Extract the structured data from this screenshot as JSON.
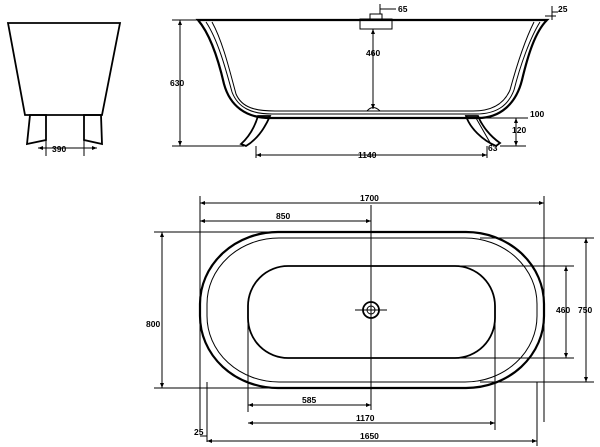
{
  "diagram": {
    "side_view": {
      "base_width": "390"
    },
    "front_view": {
      "overall_height": "630",
      "waterline_depth": "460",
      "rim_offset": "65",
      "rim_thickness": "25",
      "feet_offset": "100",
      "feet_height": "120",
      "feet_size": "63",
      "feet_span": "1140",
      "overflow_label": "100"
    },
    "top_view": {
      "overall_length_top": "1700",
      "drain_position": "850",
      "overall_width": "800",
      "basin_width": "460",
      "outer_width": "750",
      "drain_from_basin_edge": "585",
      "basin_length": "1170",
      "rim_inset": "25",
      "outer_length": "1650"
    }
  }
}
